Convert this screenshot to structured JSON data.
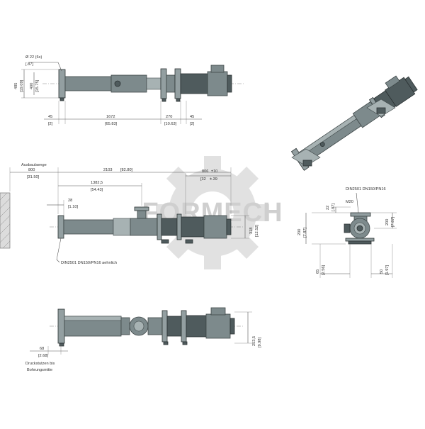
{
  "watermark": {
    "text": "FORMECH",
    "color": "#b9b9b9"
  },
  "colors": {
    "pump_body": "#7d8a8c",
    "pump_dark": "#4f5b5d",
    "line": "#555555"
  },
  "top_view": {
    "dia_label": "Ø 22 (6x)",
    "dia_inch": "[.87]",
    "height_outer": "485",
    "height_outer_inch": "[19.09]",
    "height_inner": "400",
    "height_inner_inch": "[15.75]",
    "dim_left": "45",
    "dim_left_inch": "[2]",
    "dim_main": "1672",
    "dim_main_inch": "[65.83]",
    "dim_mid": "270",
    "dim_mid_inch": "[10.63]",
    "dim_right": "45",
    "dim_right_inch": "[2]"
  },
  "side_view": {
    "install_label": "Ausbaulaenge",
    "install_len": "800",
    "install_len_inch": "[31.50]",
    "total_len": "2103",
    "total_len_inch": "[82.80]",
    "port_dist": "1382,5",
    "port_dist_inch": "[54.43]",
    "inlet_offset": "28",
    "inlet_offset_inch": "[1.10]",
    "motor_len": "806",
    "motor_tol": "±10",
    "motor_len_inch": "[32",
    "motor_tol_inch": "±.39",
    "height": "318",
    "height_inch": "[12.52]",
    "flange_note": "DIN2501 DN150/PN16 aehnlich"
  },
  "end_view": {
    "flange_note": "DIN2501 DN150/PN16",
    "thread": "M20",
    "dim_22": "22",
    "dim_22_inch": "[.87]",
    "dim_200_left": "200",
    "dim_200_left_inch": "[7.87]",
    "dim_200_right": "200",
    "dim_200_right_inch": "[7.87]",
    "dim_65": "65",
    "dim_65_inch": "[2.56]",
    "dim_50": "50",
    "dim_50_inch": "[1.97]"
  },
  "bottom_view": {
    "dim_68": "68",
    "dim_68_inch": "[2.68]",
    "note_line1": "Druckstutzen bis",
    "note_line2": "Bohrungsmitte",
    "dim_height": "253,5",
    "dim_height_inch": "[9.98]"
  }
}
